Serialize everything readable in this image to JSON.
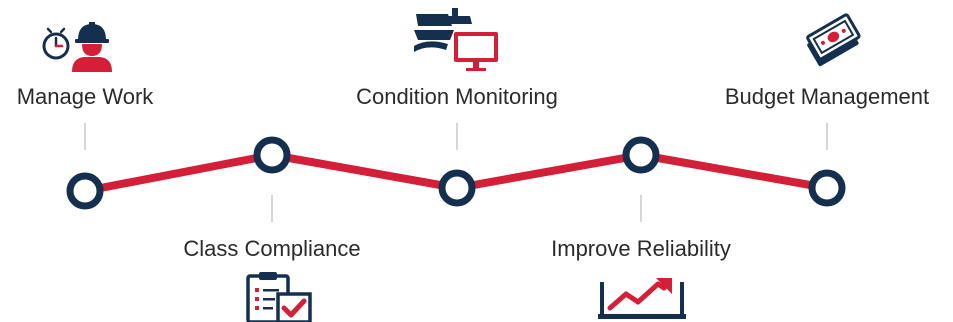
{
  "steps": [
    {
      "label": "Manage Work",
      "icon": "worker-clock-icon"
    },
    {
      "label": "Class Compliance",
      "icon": "clipboard-check-icon"
    },
    {
      "label": "Condition Monitoring",
      "icon": "ship-monitor-icon"
    },
    {
      "label": "Improve Reliability",
      "icon": "trend-chart-icon"
    },
    {
      "label": "Budget Management",
      "icon": "money-bills-icon"
    }
  ],
  "colors": {
    "navy": "#15304f",
    "red": "#d31f38",
    "connector": "#c8c8c8",
    "text": "#2b2b2b"
  }
}
